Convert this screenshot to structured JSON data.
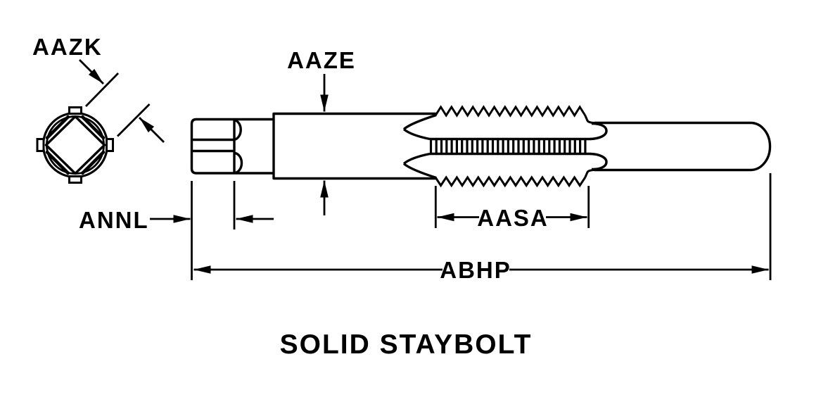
{
  "diagram": {
    "title": "SOLID STAYBOLT",
    "labels": {
      "aazk": "AAZK",
      "aaze": "AAZE",
      "annl": "ANNL",
      "aasa": "AASA",
      "abhp": "ABHP"
    }
  }
}
